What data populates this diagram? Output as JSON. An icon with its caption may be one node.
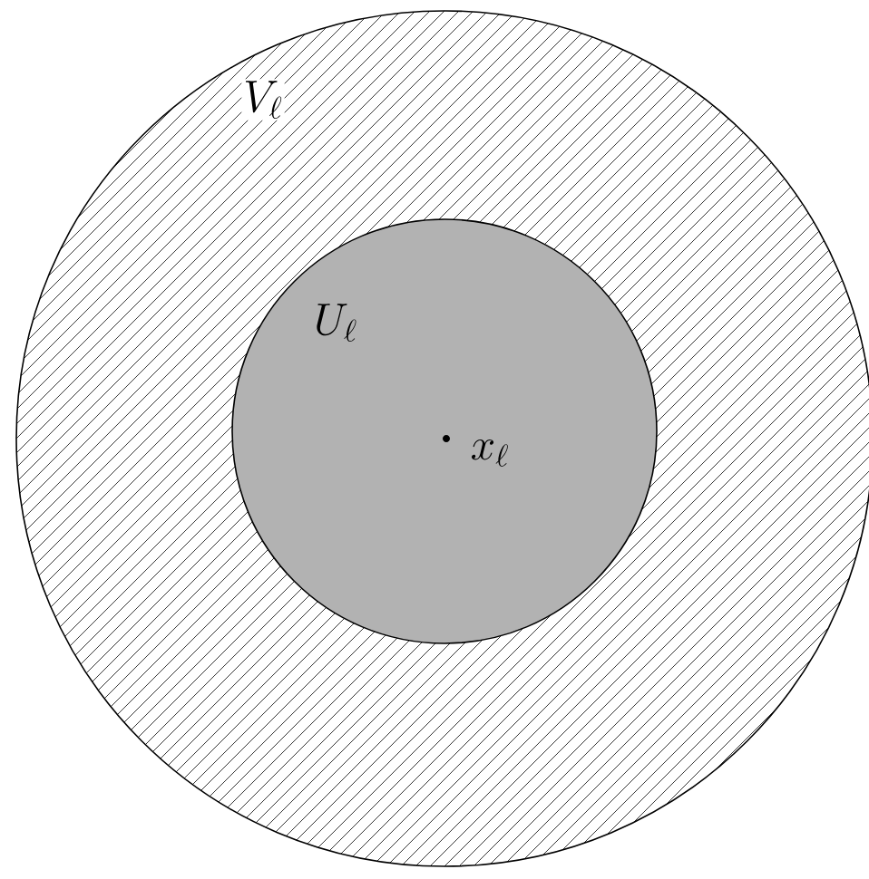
{
  "diagram": {
    "nodes": [
      {
        "text": [
          "V_\\ell"
        ]
      },
      {
        "text": [
          "U_\\ell"
        ],
        "in": 0
      },
      {
        "text": [],
        "shape": "circle",
        "in": 1,
        "beside": [
          "x_\\ell"
        ]
      }
    ]
  }
}
